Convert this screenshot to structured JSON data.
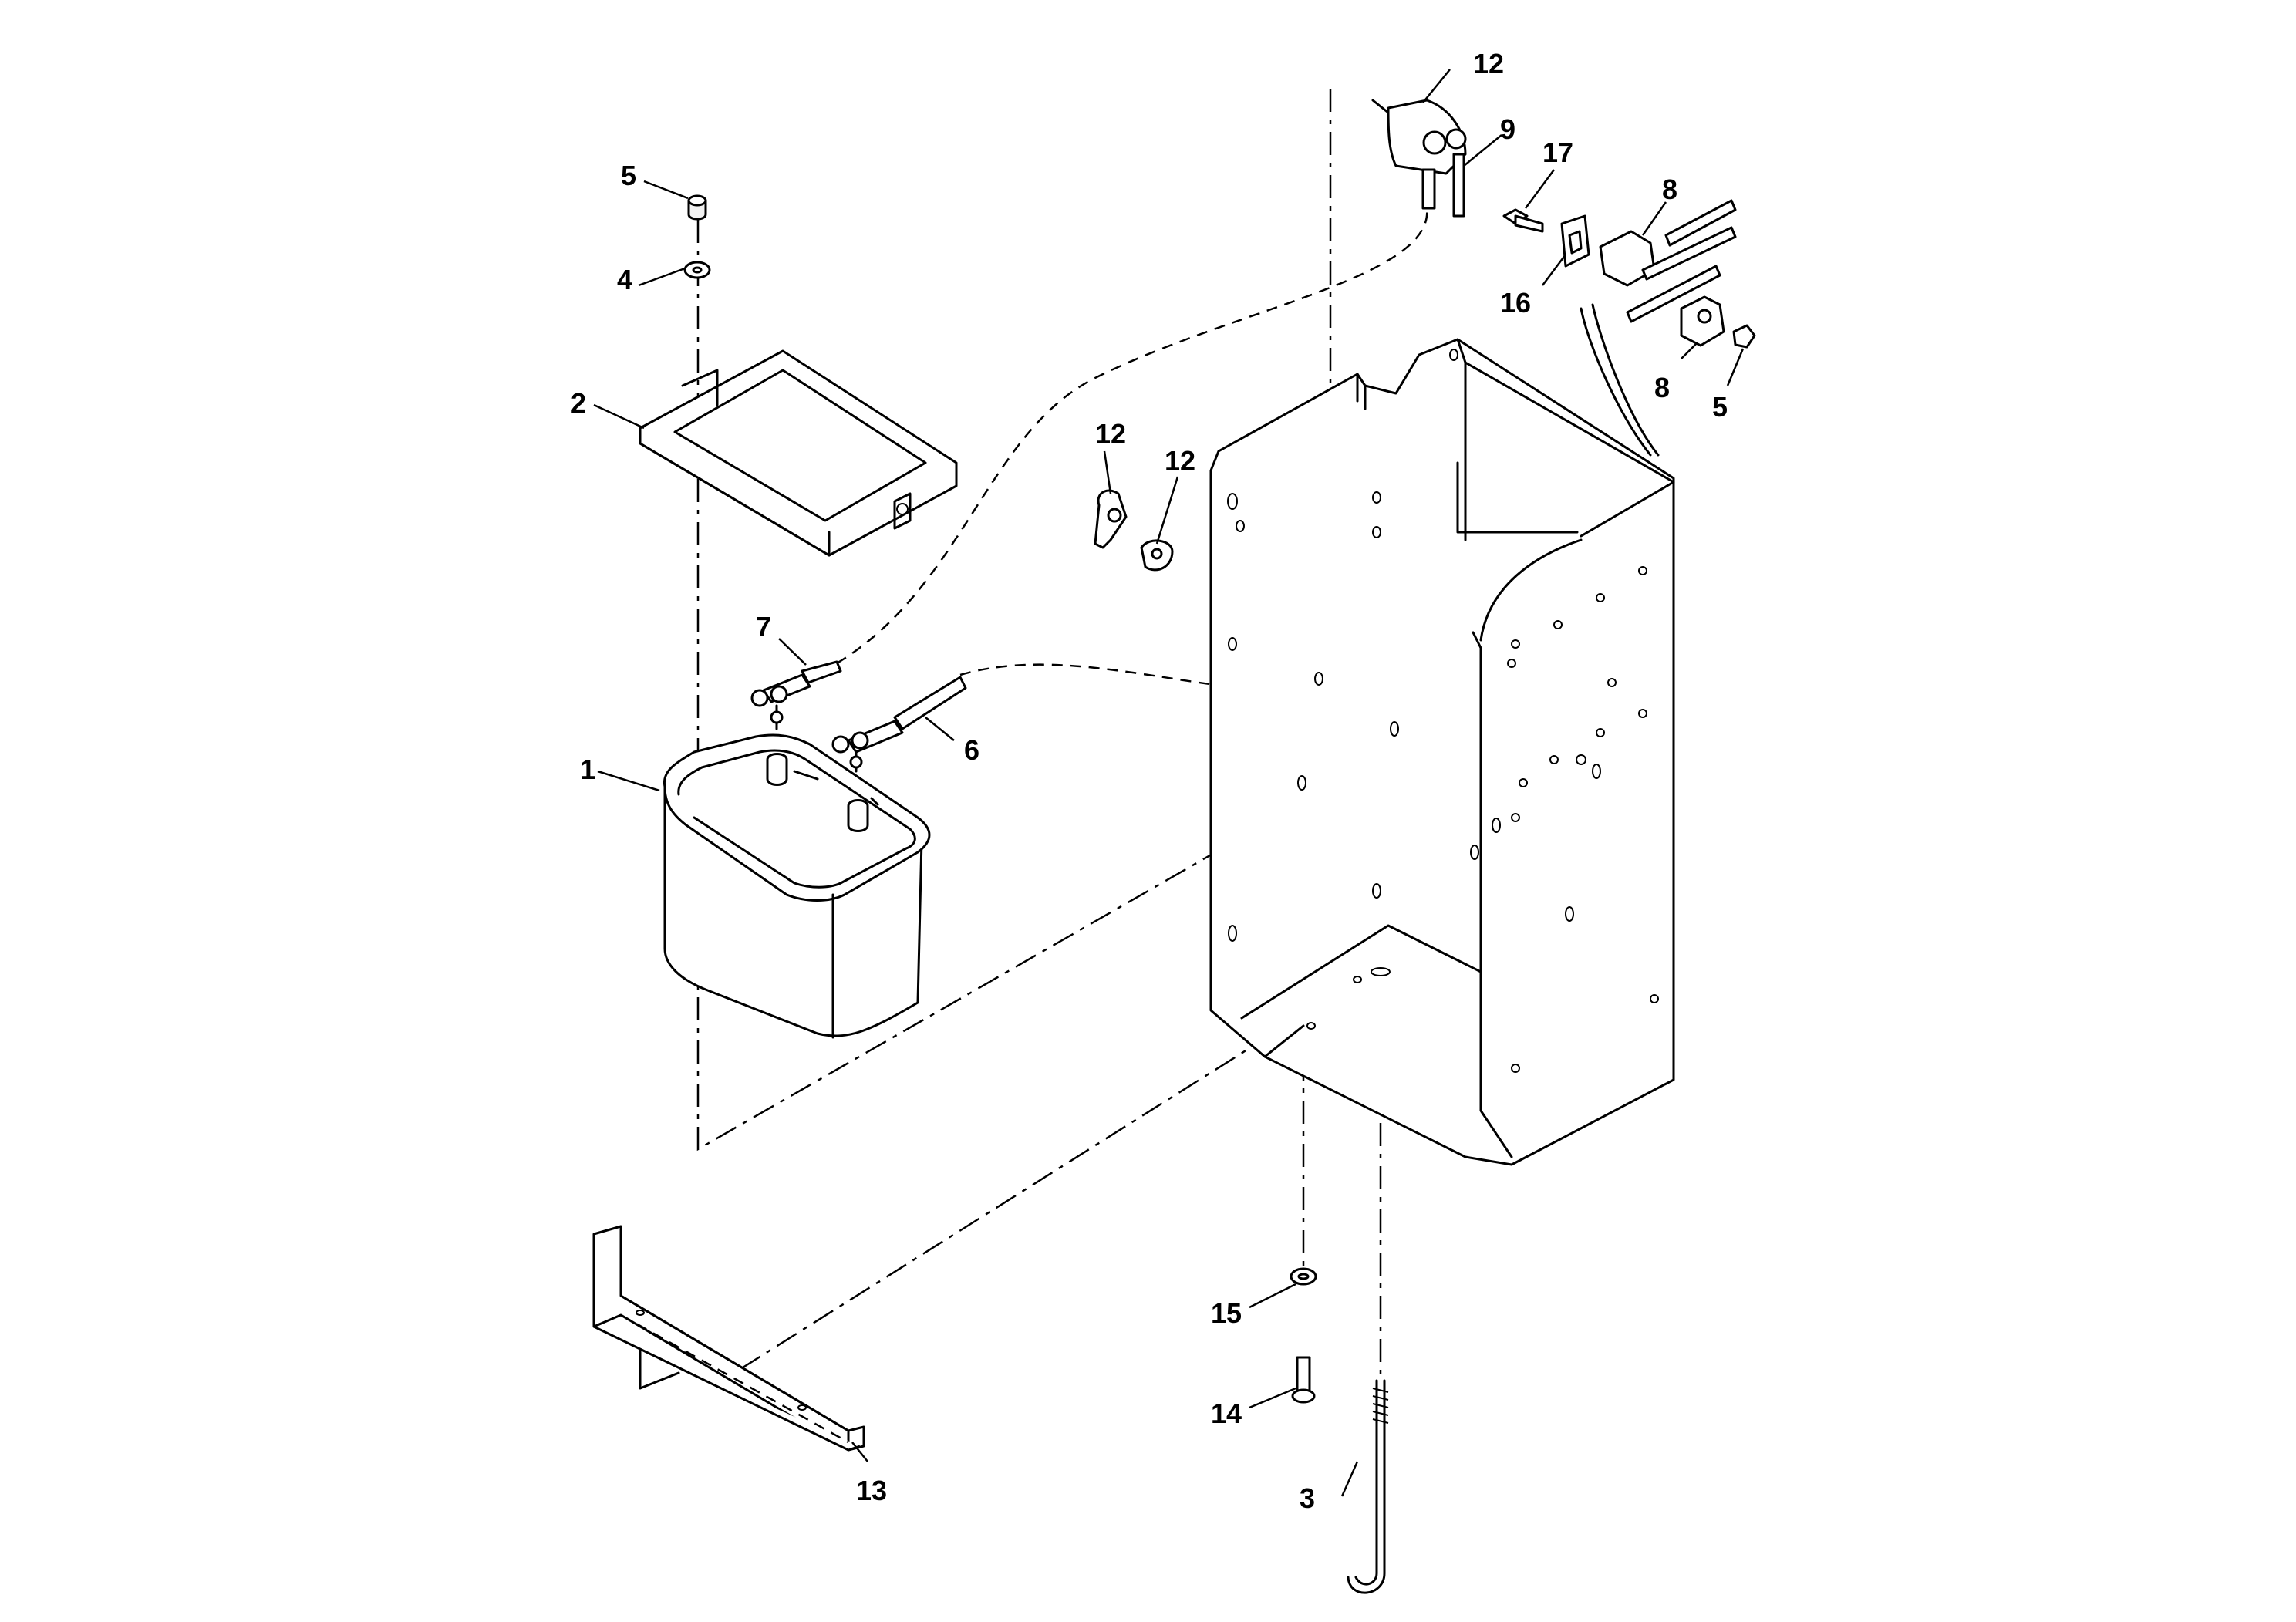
{
  "callouts": [
    {
      "id": "c1",
      "label": "1"
    },
    {
      "id": "c2",
      "label": "2"
    },
    {
      "id": "c3",
      "label": "3"
    },
    {
      "id": "c4",
      "label": "4"
    },
    {
      "id": "c5a",
      "label": "5"
    },
    {
      "id": "c5b",
      "label": "5"
    },
    {
      "id": "c6",
      "label": "6"
    },
    {
      "id": "c7",
      "label": "7"
    },
    {
      "id": "c8a",
      "label": "8"
    },
    {
      "id": "c8b",
      "label": "8"
    },
    {
      "id": "c9",
      "label": "9"
    },
    {
      "id": "c12a",
      "label": "12"
    },
    {
      "id": "c12b",
      "label": "12"
    },
    {
      "id": "c12c",
      "label": "12"
    },
    {
      "id": "c13",
      "label": "13"
    },
    {
      "id": "c14",
      "label": "14"
    },
    {
      "id": "c15",
      "label": "15"
    },
    {
      "id": "c16",
      "label": "16"
    },
    {
      "id": "c17",
      "label": "17"
    }
  ]
}
